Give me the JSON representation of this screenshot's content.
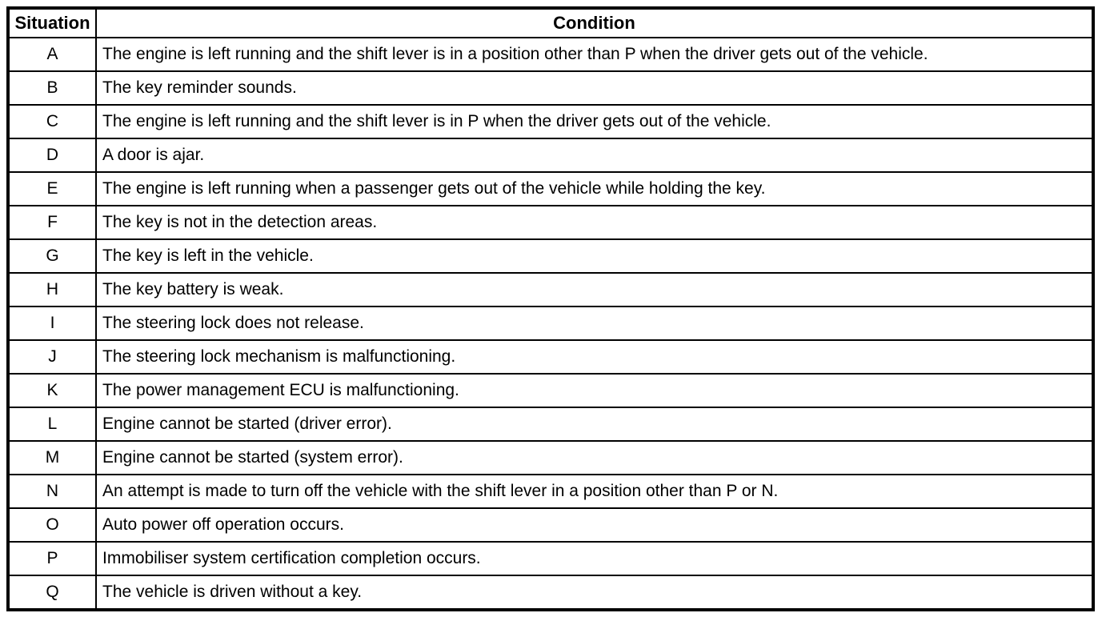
{
  "colors": {
    "border": "#000000",
    "background": "#ffffff",
    "text": "#000000"
  },
  "table": {
    "headers": [
      "Situation",
      "Condition"
    ],
    "rows": [
      {
        "situation": "A",
        "condition": "The engine is left running and the shift lever is in a position other than P when the driver gets out of the vehicle."
      },
      {
        "situation": "B",
        "condition": "The key reminder sounds."
      },
      {
        "situation": "C",
        "condition": "The engine is left running and the shift lever is in P when the driver gets out of the vehicle."
      },
      {
        "situation": "D",
        "condition": "A door is ajar."
      },
      {
        "situation": "E",
        "condition": "The engine is left running when a passenger gets out of the vehicle while holding the key."
      },
      {
        "situation": "F",
        "condition": "The key is not in the detection areas."
      },
      {
        "situation": "G",
        "condition": "The key is left in the vehicle."
      },
      {
        "situation": "H",
        "condition": "The key battery is weak."
      },
      {
        "situation": "I",
        "condition": "The steering lock does not release."
      },
      {
        "situation": "J",
        "condition": "The steering lock mechanism is malfunctioning."
      },
      {
        "situation": "K",
        "condition": "The power management ECU is malfunctioning."
      },
      {
        "situation": "L",
        "condition": "Engine cannot be started (driver error)."
      },
      {
        "situation": "M",
        "condition": "Engine cannot be started (system error)."
      },
      {
        "situation": "N",
        "condition": "An attempt is made to turn off the vehicle with the shift lever in a position other than P or N."
      },
      {
        "situation": "O",
        "condition": "Auto power off operation occurs."
      },
      {
        "situation": "P",
        "condition": "Immobiliser system certification completion occurs."
      },
      {
        "situation": "Q",
        "condition": "The vehicle is driven without a key."
      }
    ]
  }
}
